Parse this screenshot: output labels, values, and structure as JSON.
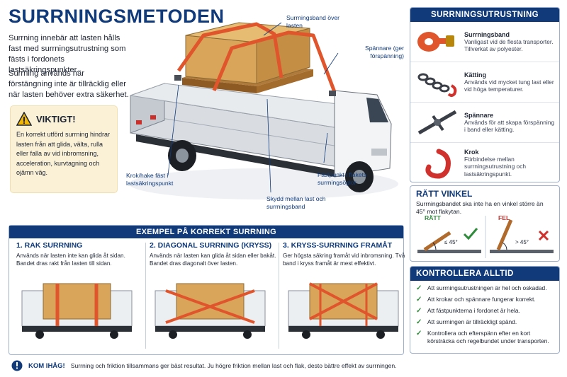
{
  "title": "SURRNINGSMETODEN",
  "intro": {
    "p1": "Surrning innebär att lasten hålls fast med surrningsutrustning som fästs i fordonets lastsäkringspunkter.",
    "p2": "Surrning används när förstängning inte är tillräcklig eller när lasten behöver extra säkerhet."
  },
  "warning": {
    "title": "VIKTIGT!",
    "text": "En korrekt utförd surrning hindrar lasten från att glida, välta, rulla eller falla av vid inbromsning, acceleration, kurvtagning och ojämn väg."
  },
  "callouts": {
    "band": "Surrningsband över lasten",
    "tensioner": "Spännare (ger förspänning)",
    "hook": "Krok/hake fäst i lastsäkringspunkt",
    "protect": "Skydd mellan last och surrningsband",
    "anchor": "Fästpunkt i flakets surrningsöglor"
  },
  "equipment": {
    "heading": "SURRNINGSUTRUSTNING",
    "items": [
      {
        "name": "Surrningsband",
        "desc": "Vanligast vid de flesta transporter. Tillverkat av polyester.",
        "icon": "strap-icon"
      },
      {
        "name": "Kätting",
        "desc": "Används vid mycket tung last eller vid höga temperaturer.",
        "icon": "chain-icon"
      },
      {
        "name": "Spännare",
        "desc": "Används för att skapa förspänning i band eller kätting.",
        "icon": "tensioner-icon"
      },
      {
        "name": "Krok",
        "desc": "Förbindelse mellan surrningsutrustning och lastsäkringspunkt.",
        "icon": "hook-icon"
      }
    ]
  },
  "right_angle": {
    "heading": "RÄTT VINKEL",
    "text": "Surrningsbandet ska inte ha en vinkel större än 45° mot flakytan.",
    "ok_label": "RÄTT",
    "ok_angle": "≤ 45°",
    "bad_label": "FEL",
    "bad_angle": "> 45°"
  },
  "check": {
    "heading": "KONTROLLERA ALLTID",
    "items": [
      "Att surrningsutrustningen är hel och oskadad.",
      "Att krokar och spännare fungerar korrekt.",
      "Att fästpunkterna i fordonet är hela.",
      "Att surrningen är tillräckligt spänd.",
      "Kontrollera och efterspänn efter en kort körsträcka och regelbundet under transporten."
    ]
  },
  "examples": {
    "heading": "EXEMPEL PÅ KORREKT SURRNING",
    "items": [
      {
        "title": "1. RAK SURRNING",
        "desc": "Används när lasten inte kan glida åt sidan. Bandet dras rakt från lasten till sidan."
      },
      {
        "title": "2. DIAGONAL SURRNING (KRYSS)",
        "desc": "Används när lasten kan glida åt sidan eller bakåt. Bandet dras diagonalt över lasten."
      },
      {
        "title": "3. KRYSS-SURRNING FRAMÅT",
        "desc": "Ger högsta säkring framåt vid inbromsning. Två band i kryss framåt är mest effektivt."
      }
    ]
  },
  "footer": {
    "key": "KOM IHÅG!",
    "text": "Surrning och friktion tillsammans ger bäst resultat. Ju högre friktion mellan last och flak, desto bättre effekt av surrningen."
  },
  "colors": {
    "navy": "#103a7a",
    "strap": "#e0552c",
    "cargo": "#d8a55a",
    "ok": "#2e8b3a",
    "bad": "#d0312d",
    "warn_bg": "#fbf1d6"
  }
}
